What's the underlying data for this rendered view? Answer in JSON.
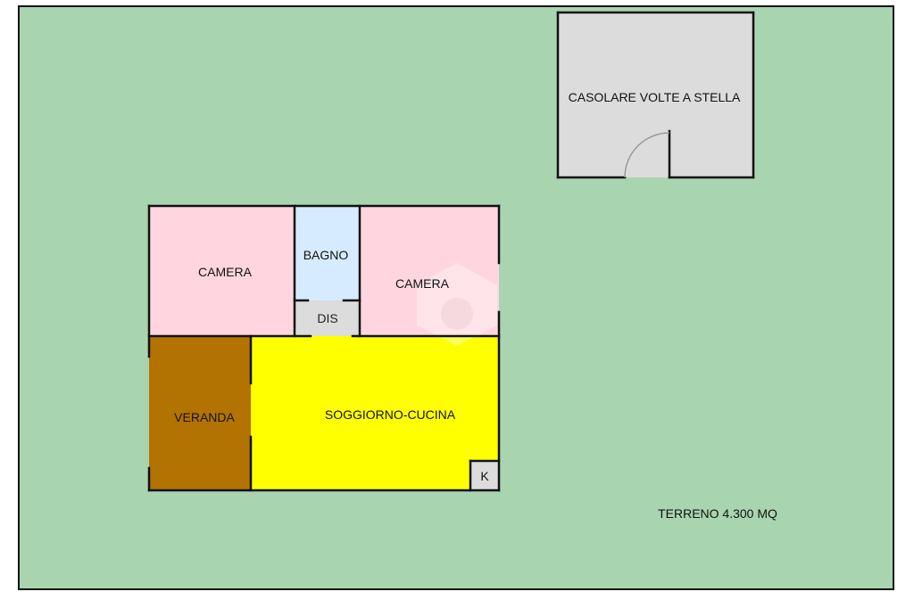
{
  "colors": {
    "terrain": "#a8d5b0",
    "camera": "#ffd6df",
    "bagno": "#d6ebff",
    "dis": "#dcdcdc",
    "soggiorno": "#ffff00",
    "veranda": "#b37300",
    "casolare": "#dcdcdc",
    "k": "#dcdcdc",
    "wall": "#111111"
  },
  "labels": {
    "casolare": "CASOLARE VOLTE A STELLA",
    "camera_left": "CAMERA",
    "bagno": "BAGNO",
    "camera_right": "CAMERA",
    "dis": "DIS",
    "veranda": "VERANDA",
    "soggiorno": "SOGGIORNO-CUCINA",
    "k": "K",
    "terreno": "TERRENO 4.300 MQ"
  }
}
